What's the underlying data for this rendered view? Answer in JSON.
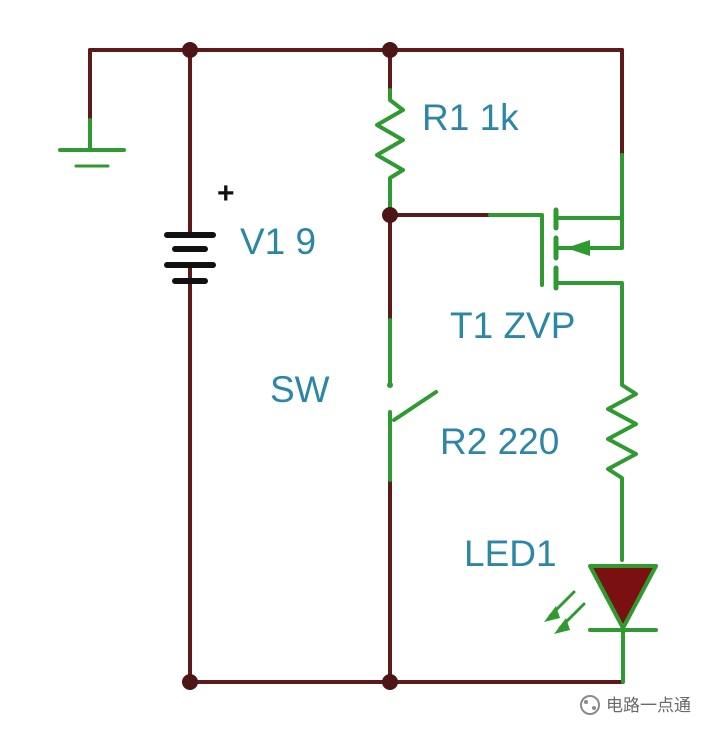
{
  "labels": {
    "r1": "R1 1k",
    "v1": "V1 9",
    "battery_plus": "+",
    "t1": "T1 ZVP",
    "sw": "SW",
    "r2": "R2 220",
    "led1": "LED1"
  },
  "watermark": {
    "text": "电路一点通",
    "icon": "wechat-official-account-icon"
  },
  "colors": {
    "wire_dark": "#5c1a1a",
    "wire_green": "#2f9a2f",
    "node": "#4d1616",
    "label": "#2c86a6",
    "led_fill": "#7a1010",
    "battery": "#111111"
  }
}
